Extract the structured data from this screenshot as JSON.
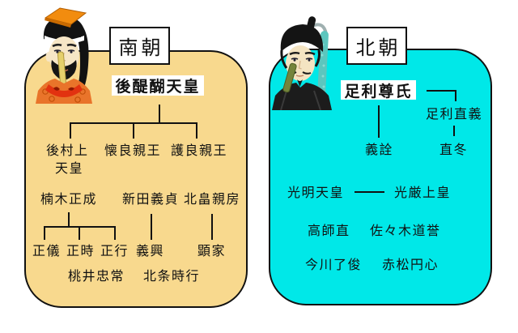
{
  "south_court": {
    "title": "南朝",
    "head": "後醍醐天皇",
    "box_color": "#F8D98E",
    "children": {
      "c1_line1": "後村上",
      "c1_line2": "天皇",
      "c2": "懐良親王",
      "c3": "護良親王"
    },
    "retainers": {
      "r1": "楠木正成",
      "r2": "新田義貞",
      "r3": "北畠親房"
    },
    "descendants": {
      "d1": "正儀",
      "d2": "正時",
      "d3": "正行",
      "d4": "義興",
      "d5": "顕家"
    },
    "others": {
      "o1": "桃井忠常",
      "o2": "北条時行"
    }
  },
  "north_court": {
    "title": "北朝",
    "head": "足利尊氏",
    "box_color": "#00E8E8",
    "relatives": {
      "brother": "足利直義",
      "son": "義詮",
      "nephew": "直冬"
    },
    "emperors": {
      "e1": "光明天皇",
      "e2": "光厳上皇"
    },
    "retainers": {
      "r1": "高師直",
      "r2": "佐々木道誉",
      "r3": "今川了俊",
      "r4": "赤松円心"
    }
  },
  "colors": {
    "ink": "#111111",
    "south_fill": "#F8D98E",
    "north_fill": "#00E8E8"
  }
}
